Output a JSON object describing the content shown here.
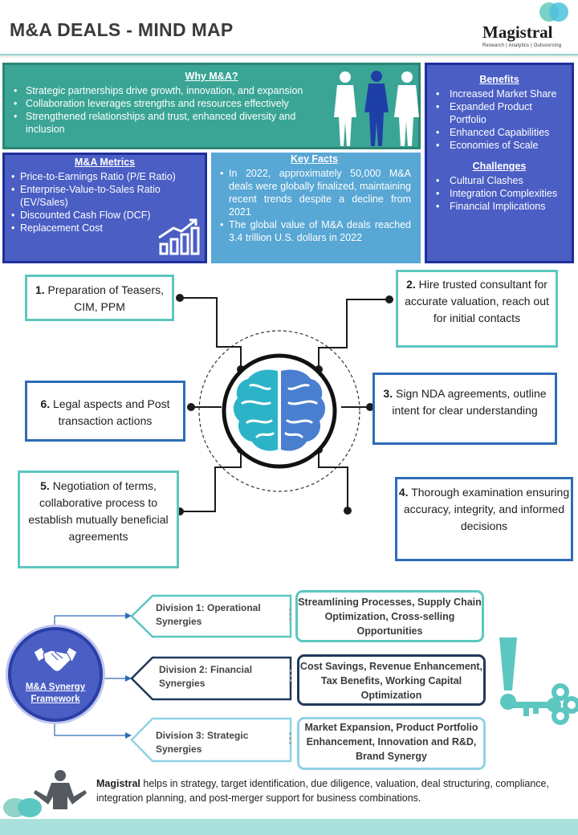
{
  "header": {
    "title": "M&A DEALS - MIND MAP",
    "logo_name": "Magistral",
    "logo_tagline": "Research | Analytics | Outsourcing"
  },
  "why": {
    "title": "Why M&A?",
    "items": [
      "Strategic partnerships drive growth, innovation, and expansion",
      "Collaboration leverages strengths and resources effectively",
      "Strengthened relationships and trust, enhanced diversity and inclusion"
    ]
  },
  "metrics": {
    "title": "M&A Metrics",
    "items": [
      "Price-to-Earnings Ratio (P/E Ratio)",
      "Enterprise-Value-to-Sales Ratio (EV/Sales)",
      "Discounted Cash Flow (DCF)",
      "Replacement Cost"
    ]
  },
  "facts": {
    "title": "Key Facts",
    "items": [
      "In 2022, approximately 50,000 M&A deals were globally finalized, maintaining recent trends despite a decline from 2021",
      "The global value of M&A deals reached 3.4 trillion U.S. dollars in 2022"
    ]
  },
  "benefits": {
    "title": "Benefits",
    "items": [
      "Increased Market Share",
      "Expanded Product Portfolio",
      "Enhanced Capabilities",
      "Economies of Scale"
    ]
  },
  "challenges": {
    "title": "Challenges",
    "items": [
      "Cultural Clashes",
      "Integration Complexities",
      "Financial Implications"
    ]
  },
  "steps": [
    {
      "num": "1.",
      "text": "Preparation of Teasers, CIM, PPM"
    },
    {
      "num": "2.",
      "text": "Hire trusted consultant for accurate valuation, reach out for initial contacts"
    },
    {
      "num": "3.",
      "text": "Sign NDA agreements, outline intent for clear understanding"
    },
    {
      "num": "4.",
      "text": "Thorough examination ensuring accuracy, integrity, and informed decisions"
    },
    {
      "num": "5.",
      "text": "Negotiation of terms, collaborative process to establish mutually beneficial agreements"
    },
    {
      "num": "6.",
      "text": "Legal aspects and Post transaction actions"
    }
  ],
  "synergy": {
    "center_label": "M&A Synergy Framework",
    "divisions": [
      {
        "label": "Division 1: Operational Synergies",
        "result": "Streamlining Processes, Supply Chain Optimization, Cross-selling Opportunities"
      },
      {
        "label": "Division 2: Financial Synergies",
        "result": "Cost Savings, Revenue Enhancement, Tax Benefits, Working Capital Optimization"
      },
      {
        "label": "Division 3: Strategic Synergies",
        "result": "Market Expansion, Product Portfolio Enhancement, Innovation and R&D, Brand Synergy"
      }
    ]
  },
  "footer": {
    "brand": "Magistral",
    "text": " helps in strategy, target identification, due diligence, valuation, deal structuring, compliance, integration planning, and post-merger support for business combinations."
  },
  "colors": {
    "teal": "#3aa595",
    "indigo": "#4a5ec4",
    "sky": "#58a7d4",
    "accent_teal": "#5cc7c0",
    "accent_blue": "#2f6bb8"
  }
}
